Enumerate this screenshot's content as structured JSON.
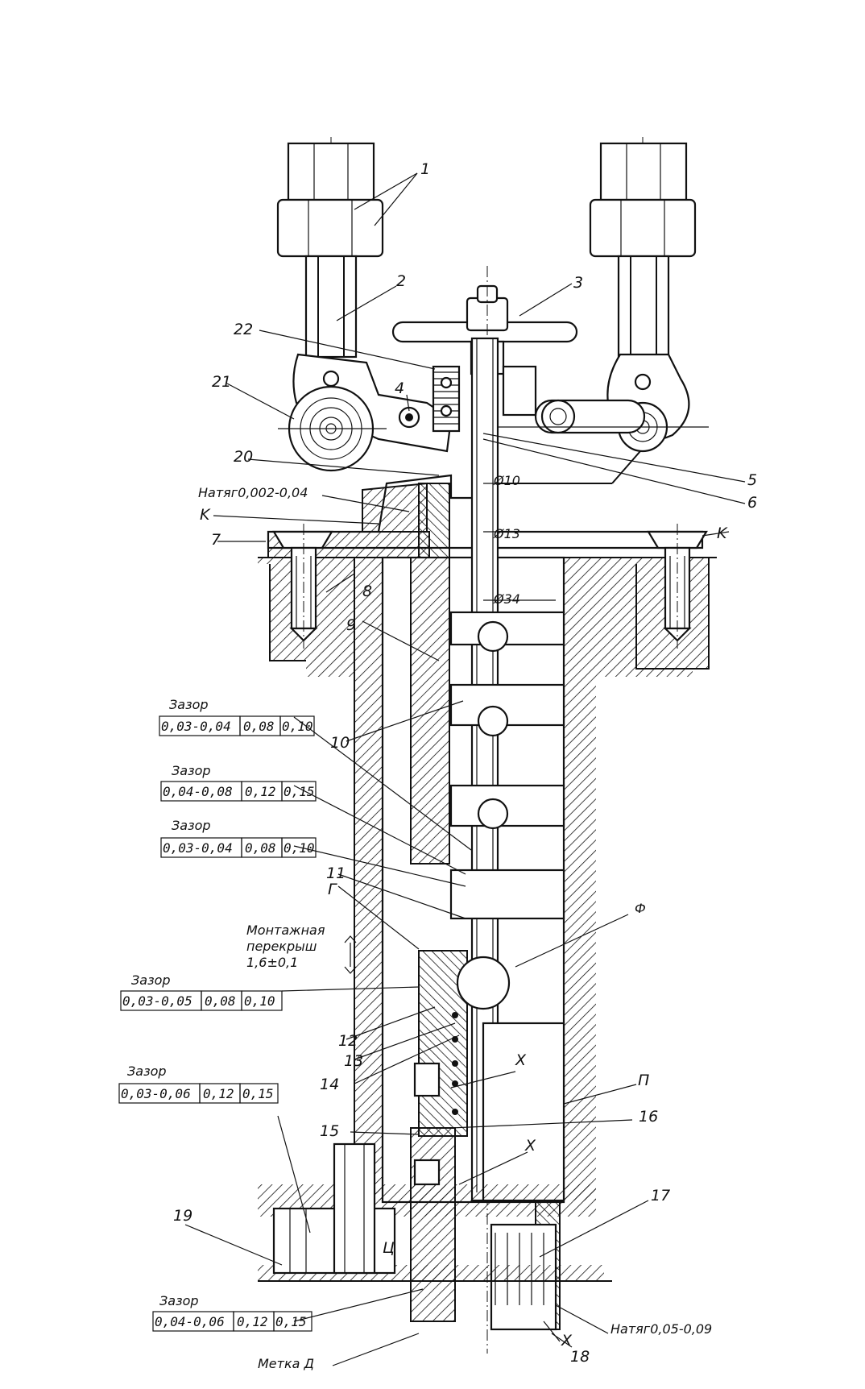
{
  "labels": {
    "p1": "1",
    "p2": "2",
    "p3": "3",
    "p4": "4",
    "p5": "5",
    "p6": "6",
    "p7": "7",
    "p8": "8",
    "p9": "9",
    "p10": "10",
    "p11": "11",
    "p12": "12",
    "p13": "13",
    "p14": "14",
    "p15": "15",
    "p16": "16",
    "p17": "17",
    "p18": "18",
    "p19": "19",
    "p20": "20",
    "p21": "21",
    "p22": "22",
    "K_left": "K",
    "K_right": "K",
    "G": "Г",
    "F": "Ф",
    "P": "П",
    "Kh1": "Х",
    "Kh2": "Х",
    "Kh3": "Х",
    "Ts": "Ц",
    "natyag_top": "Натяг0,002-0,04",
    "natyag_bottom": "Натяг0,05-0,09",
    "metka": "Метка Д",
    "d10": "Ø10",
    "d13": "Ø13",
    "d34": "Ø34",
    "montazh1": "Монтажная",
    "montazh2": "перекрыш",
    "montazh3": "1,6±0,1"
  },
  "gaps": [
    {
      "title": "Зазор",
      "range": "0,03-0,04",
      "v1": "0,08",
      "v2": "0,10"
    },
    {
      "title": "Зазор",
      "range": "0,04-0,08",
      "v1": "0,12",
      "v2": "0,15"
    },
    {
      "title": "Зазор",
      "range": "0,03-0,04",
      "v1": "0,08",
      "v2": "0,10"
    },
    {
      "title": "Зазор",
      "range": "0,03-0,05",
      "v1": "0,08",
      "v2": "0,10"
    },
    {
      "title": "Зазор",
      "range": "0,03-0,06",
      "v1": "0,12",
      "v2": "0,15"
    },
    {
      "title": "Зазор",
      "range": "0,04-0,06",
      "v1": "0,12",
      "v2": "0,15"
    }
  ]
}
